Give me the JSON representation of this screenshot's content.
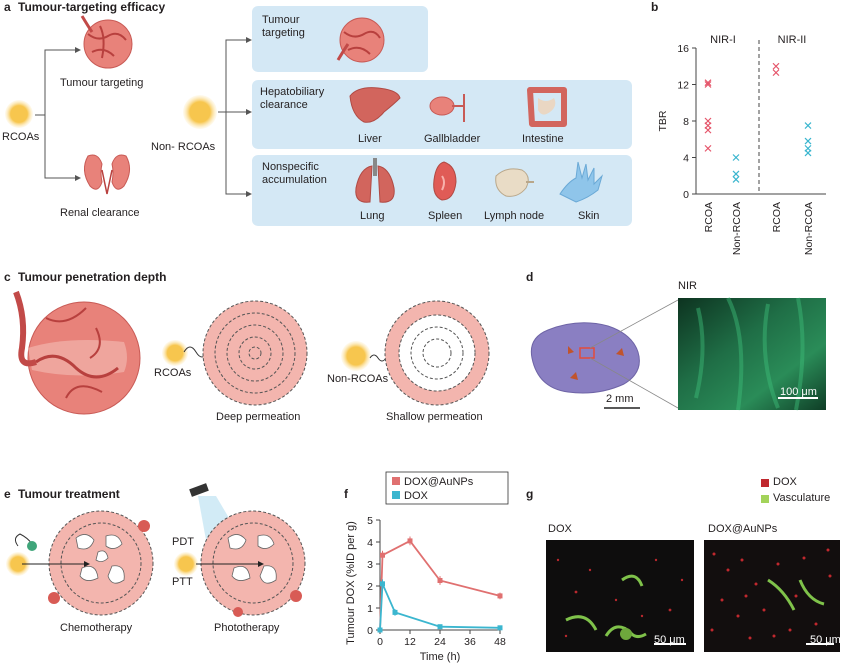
{
  "panel_a": {
    "letter": "a",
    "title": "Tumour-targeting efficacy",
    "rcoas_label": "RCOAs",
    "tumour_targeting_label": "Tumour targeting",
    "renal_label": "Renal clearance",
    "non_rcoas_label": "Non- RCOAs",
    "boxes": {
      "targeting": "Tumour\ntargeting",
      "hepatobiliary": "Hepatobiliary\nclearance",
      "nonspecific": "Nonspecific\naccumulation"
    },
    "organs": {
      "liver": "Liver",
      "gallbladder": "Gallbladder",
      "intestine": "Intestine",
      "lung": "Lung",
      "spleen": "Spleen",
      "lymph_node": "Lymph node",
      "skin": "Skin"
    }
  },
  "panel_b": {
    "letter": "b",
    "ylabel": "TBR",
    "group_labels": [
      "NIR-I",
      "NIR-II"
    ],
    "xticks": [
      "RCOA",
      "Non-RCOA",
      "RCOA",
      "Non-RCOA"
    ],
    "yticks": [
      "0",
      "4",
      "8",
      "12",
      "16"
    ]
  },
  "panel_c": {
    "letter": "c",
    "title": "Tumour penetration depth",
    "rcoas_label": "RCOAs",
    "non_rcoas_label": "Non-RCOAs",
    "deep_label": "Deep permeation",
    "shallow_label": "Shallow permeation"
  },
  "panel_d": {
    "letter": "d",
    "nir_label": "NIR",
    "scale_left": "2 mm",
    "scale_right": "100 μm"
  },
  "panel_e": {
    "letter": "e",
    "title": "Tumour treatment",
    "pdt_label": "PDT",
    "ptt_label": "PTT",
    "chemo_label": "Chemotherapy",
    "photo_label": "Phototherapy"
  },
  "panel_f": {
    "letter": "f",
    "ylabel": "Tumour DOX (%ID per g)",
    "xlabel": "Time (h)",
    "xticks": [
      "0",
      "12",
      "24",
      "36",
      "48"
    ],
    "yticks": [
      "0",
      "1",
      "2",
      "3",
      "4",
      "5"
    ],
    "legend": [
      "DOX@AuNPs",
      "DOX"
    ]
  },
  "panel_g": {
    "letter": "g",
    "legend": [
      "DOX",
      "Vasculature"
    ],
    "left_title": "DOX",
    "right_title": "DOX@AuNPs",
    "scale_left": "50 μm",
    "scale_right": "50 μm"
  },
  "colors": {
    "box_fill": "#d4e8f5",
    "tumour": "#e8827a",
    "rcoa_series": "#e5566b",
    "nonrcoa_series": "#3bb6cf",
    "dox_au": "#e07070",
    "dox": "#3bb6cf",
    "particle": "#f6b93b"
  },
  "chart_data": [
    {
      "type": "scatter",
      "ylabel": "TBR",
      "ylim": [
        0,
        16
      ],
      "categories": [
        "RCOA",
        "Non-RCOA",
        "RCOA",
        "Non-RCOA"
      ],
      "groups": [
        "NIR-I",
        "NIR-I",
        "NIR-II",
        "NIR-II"
      ],
      "series": [
        {
          "category": "RCOA",
          "group": "NIR-I",
          "values": [
            12.2,
            12.0,
            8.0,
            7.5,
            7.0,
            5.0
          ]
        },
        {
          "category": "Non-RCOA",
          "group": "NIR-I",
          "values": [
            4.0,
            2.2,
            1.6
          ]
        },
        {
          "category": "RCOA",
          "group": "NIR-II",
          "values": [
            14.0,
            13.3
          ]
        },
        {
          "category": "Non-RCOA",
          "group": "NIR-II",
          "values": [
            7.5,
            5.8,
            5.0,
            4.5
          ]
        }
      ]
    },
    {
      "type": "line",
      "xlabel": "Time (h)",
      "ylabel": "Tumour DOX (%ID per g)",
      "xlim": [
        0,
        48
      ],
      "ylim": [
        0,
        5
      ],
      "series": [
        {
          "name": "DOX@AuNPs",
          "x": [
            0,
            1,
            12,
            24,
            48
          ],
          "y": [
            0,
            3.4,
            4.05,
            2.25,
            1.55
          ],
          "err": [
            0,
            0.2,
            0.2,
            0.2,
            0.15
          ]
        },
        {
          "name": "DOX",
          "x": [
            0,
            1,
            6,
            24,
            48
          ],
          "y": [
            0,
            2.1,
            0.8,
            0.15,
            0.1
          ],
          "err": [
            0,
            0.2,
            0.15,
            0,
            0
          ]
        }
      ]
    }
  ]
}
